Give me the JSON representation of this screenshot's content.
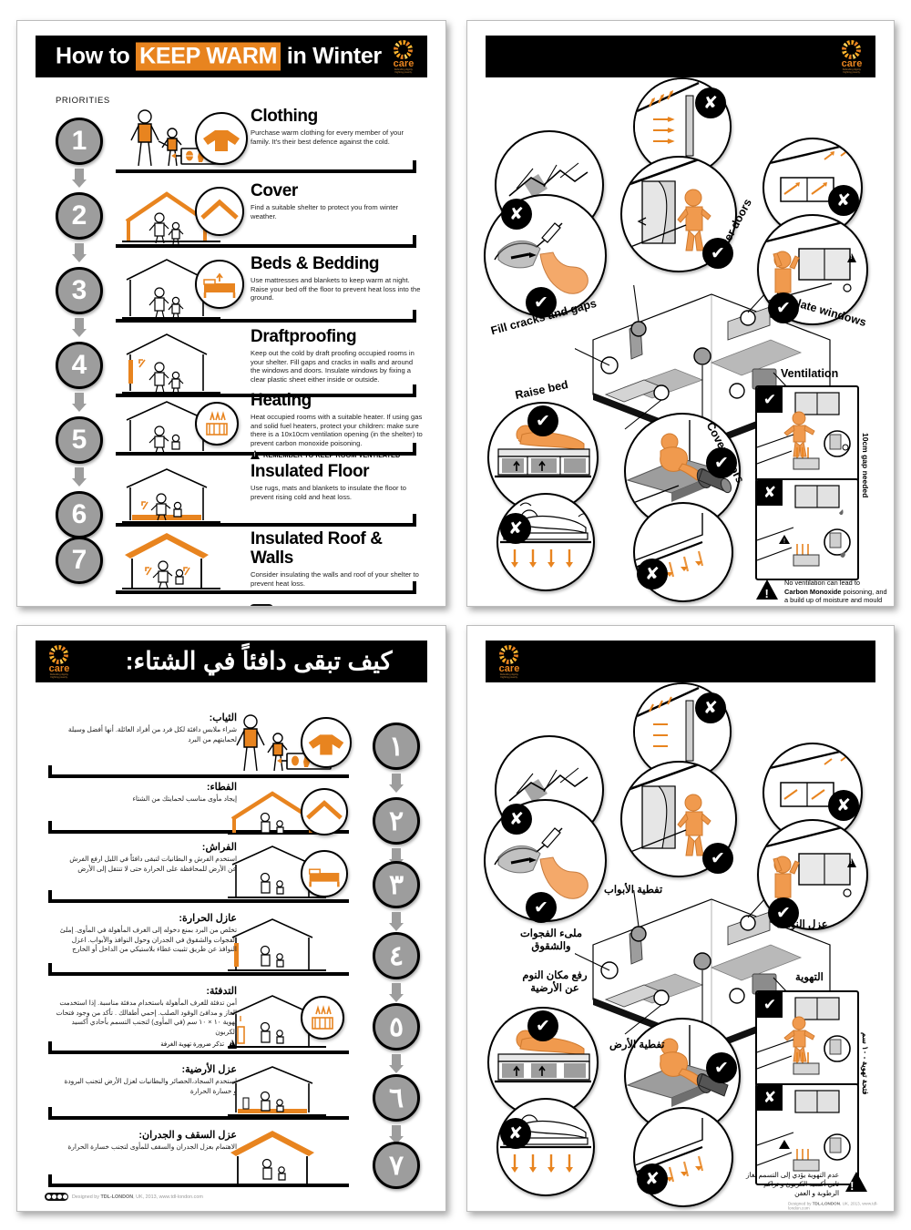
{
  "brand": {
    "logo_word": "care",
    "logo_sub": "Defending dignity.<br>Fighting poverty.",
    "accent": "#E8841F",
    "gray": "#9d9d9d"
  },
  "credit": {
    "text_pre": "Designed by ",
    "org": "TDL-LONDON",
    "text_post": ", UK, 2013,  www.tdl-london.com"
  },
  "poster_en_priorities": {
    "title_a": "How to ",
    "title_hl": "KEEP WARM",
    "title_b": " in Winter",
    "priorities_label": "PRIORITIES",
    "numbers": [
      "1",
      "2",
      "3",
      "4",
      "5",
      "6",
      "7"
    ],
    "rows": [
      {
        "n": "1",
        "title": "Clothing",
        "body": "Purchase warm clothing for every member of your family. It's their best defence against the cold."
      },
      {
        "n": "2",
        "title": "Cover",
        "body": "Find a suitable shelter to protect you from winter weather."
      },
      {
        "n": "3",
        "title": "Beds & Bedding",
        "body": "Use mattresses and blankets to keep warm at night. Raise your bed off the floor to prevent heat loss into the ground."
      },
      {
        "n": "4",
        "title": "Draftproofing",
        "body": "Keep out the cold by draft proofing occupied rooms in your shelter. Fill gaps and cracks in walls and around the windows and doors. Insulate windows by fixing a clear plastic sheet either inside or outside."
      },
      {
        "n": "5",
        "title": "Heating",
        "body": "Heat occupied rooms with a suitable heater. If using gas and solid fuel heaters, protect your children: make sure there is a 10x10cm ventilation opening (in the shelter) to prevent carbon monoxide poisoning.",
        "warning": "REMEMBER TO KEEP ROOM VENTILATED"
      },
      {
        "n": "6",
        "title": "Insulated Floor",
        "body": "Use rugs, mats and blankets to insulate the floor to prevent rising cold and heat loss."
      },
      {
        "n": "7",
        "title": "Insulated Roof & Walls",
        "body": "Consider insulating the walls and roof of your shelter to prevent heat loss."
      }
    ]
  },
  "poster_en_shelter": {
    "labels": {
      "fill_cracks": "Fill cracks and gaps",
      "cover_doors": "Cover doors",
      "insulate_windows": "Insulate windows",
      "raise_bed": "Raise bed",
      "cover_floors": "Cover floors",
      "ventilation": "Ventilation",
      "gap_needed": "10cm gap needed"
    },
    "warning": {
      "line1": "No ventilation can lead to",
      "line2_bold": "Carbon Monoxide",
      "line2_rest": " poisoning, and",
      "line3": "a build up of moisture and mould"
    },
    "marks": {
      "tick": "✔",
      "cross": "✘",
      "alert": "!"
    }
  },
  "poster_ar_priorities": {
    "title": "كيف تبقى دافئاً في الشتاء:",
    "numbers": [
      "١",
      "٢",
      "٣",
      "٤",
      "٥",
      "٦",
      "٧"
    ],
    "rows": [
      {
        "title": "الثياب:",
        "body": "شراء ملابس دافئة لكل فرد من أفراد العائلة. أنها أفضل وسيلة لحمايتهم من البرد"
      },
      {
        "title": "الفطاء:",
        "body": "إيجاد مأوى مناسب لحمايتك من الشتاء"
      },
      {
        "title": "الفراش:",
        "body": "استخدم الفرش و البطانيات لتبقى دافئاً في الليل ارفع الفرش عن الأرض للمحافظة على الحرارة حتى لا تنتقل إلى الأرض"
      },
      {
        "title": "عازل الحرارة:",
        "body": "تخلص من البرد بمنع دخوله إلى الغرف المأهولة في المأوى. إملئ الفجوات والشقوق في الجدران وحول النوافذ والأبواب. اعزل النوافذ عن طريق تثبيت غطاء بلاستيكي من الداخل أو الخارج"
      },
      {
        "title": "التدفئة:",
        "body": "أمن تدفئة للغرف المأهولة باستخدام مدفئة مناسبة. إذا استخدمت الغاز و مدافئ الوقود الصلب. إحمي أطفالك . تأكد من وجود فتحات تهوية ١٠ × ١٠ سم (في المأوى) لتجنب التسمم بأحادي أكسيد الكربون",
        "warning": "تذكر ضرورة تهوية الغرفة"
      },
      {
        "title": "عزل الأرضية:",
        "body": "استخدم السجاد،الحصائر والبطانيات لعزل الأرض لتجنب البرودة و خسارة الحرارة"
      },
      {
        "title": "عزل السقف و الجدران:",
        "body": "الاهتمام بعزل الجدران والسقف للمأوى لتجنب خسارة الحرارة"
      }
    ]
  },
  "poster_ar_shelter": {
    "labels": {
      "fill_cracks_l1": "ملىء الفجوات",
      "fill_cracks_l2": "والشقوق",
      "cover_doors": "تفطية الأبواب",
      "insulate_windows": "عزل النوافذ",
      "raise_bed_l1": "رفع مكان النوم",
      "raise_bed_l2": "عن الأرضية",
      "cover_floors": "تفطية الأرض",
      "ventilation": "التهوية",
      "gap_needed": "فتحة تهوية - ١٠ سم"
    },
    "warning": {
      "line1": "عدم التهوية يؤدي إلى التسمم بغاز",
      "line2": "ثاني أكسيد الكربون و تراكم",
      "line3": "الرطوبة و العفن"
    }
  }
}
